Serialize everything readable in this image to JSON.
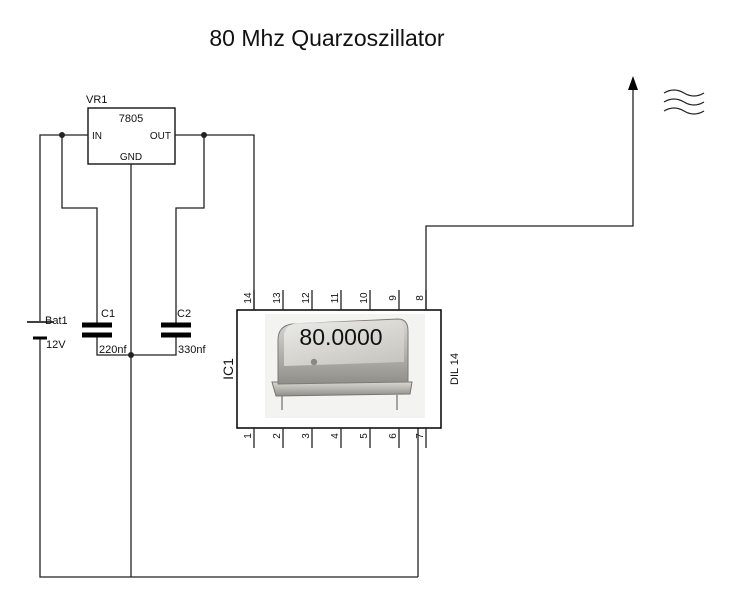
{
  "title": "80 Mhz Quarzoszillator",
  "regulator": {
    "ref": "VR1",
    "part": "7805",
    "pin_in": "IN",
    "pin_out": "OUT",
    "pin_gnd": "GND"
  },
  "battery": {
    "ref": "Bat1",
    "value": "12V"
  },
  "c1": {
    "ref": "C1",
    "value": "220nf"
  },
  "c2": {
    "ref": "C2",
    "value": "330nf"
  },
  "ic": {
    "ref": "IC1",
    "package": "DIL 14",
    "top_pins": [
      "14",
      "13",
      "12",
      "11",
      "10",
      "9",
      "8"
    ],
    "bottom_pins": [
      "1",
      "2",
      "3",
      "4",
      "5",
      "6",
      "7"
    ],
    "crystal_marking": "80.0000"
  },
  "icons": {
    "antenna": "antenna-arrow-icon",
    "radio_waves": "radio-waves-icon"
  }
}
